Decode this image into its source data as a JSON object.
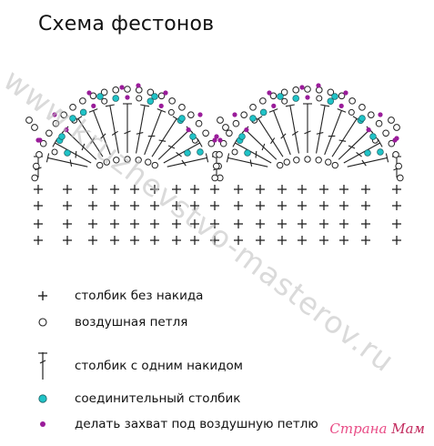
{
  "title": "Схема фестонов",
  "watermark": "www.kruzhevstvo-masterov.ru",
  "logo": {
    "part1": "Страна",
    "part2": "Мам"
  },
  "colors": {
    "stitch": "#222222",
    "slip_stitch": "#20c3c7",
    "purple_dot": "#9a1c9a",
    "chain_fill": "#ffffff"
  },
  "legend": [
    {
      "symbol": "plus-icon",
      "label": "столбик без накида"
    },
    {
      "symbol": "chain-loop-icon",
      "label": "воздушная петля"
    },
    {
      "symbol": "double-crochet-icon",
      "label": "столбик с одним накидом"
    },
    {
      "symbol": "slip-stitch-icon",
      "label": "соединительный столбик"
    },
    {
      "symbol": "purple-dot-icon",
      "label": "делать захват под воздушную петлю"
    }
  ]
}
